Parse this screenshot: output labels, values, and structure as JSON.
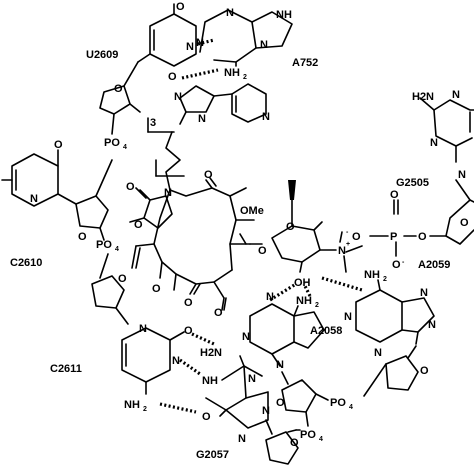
{
  "residues": {
    "A752": "A752",
    "U2609": "U2609",
    "G2505": "G2505",
    "C2610": "C2610",
    "C2611": "C2611",
    "A2058": "A2058",
    "A2059": "A2059",
    "G2057": "G2057"
  },
  "atoms": {
    "oxygen": "O",
    "nitrogen": "N",
    "nitrogen_h": "NH",
    "hydroxyl": "OH",
    "methoxy": "OMe",
    "phosphorus": "P",
    "amine_h2": "H2N",
    "nh2": "NH2",
    "o_minus": "O",
    "charge_minus": "-",
    "charge_plus": "+",
    "po": "PO",
    "po_sub": "4",
    "nh_sub": "2",
    "h_sub": "2"
  },
  "chain_count": "3"
}
